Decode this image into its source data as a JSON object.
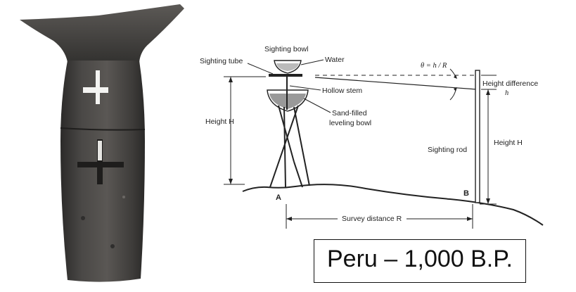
{
  "diagram": {
    "labels": {
      "sighting_bowl": "Sighting bowl",
      "water": "Water",
      "sighting_tube": "Sighting tube",
      "theta": "θ = h / R",
      "height_difference": "Height difference",
      "h": "h",
      "hollow_stem": "Hollow stem",
      "sand_filled": "Sand-filled",
      "leveling_bowl": "leveling bowl",
      "height_h_left": "Height H",
      "sighting_rod": "Sighting rod",
      "height_h_right": "Height H",
      "point_a": "A",
      "point_b": "B",
      "survey_distance": "Survey distance R"
    }
  },
  "caption": "Peru – 1,000 B.P.",
  "colors": {
    "artifact": "#3d3b39",
    "artifact_light": "#6b6865",
    "background": "#ffffff",
    "ink": "#222222"
  }
}
